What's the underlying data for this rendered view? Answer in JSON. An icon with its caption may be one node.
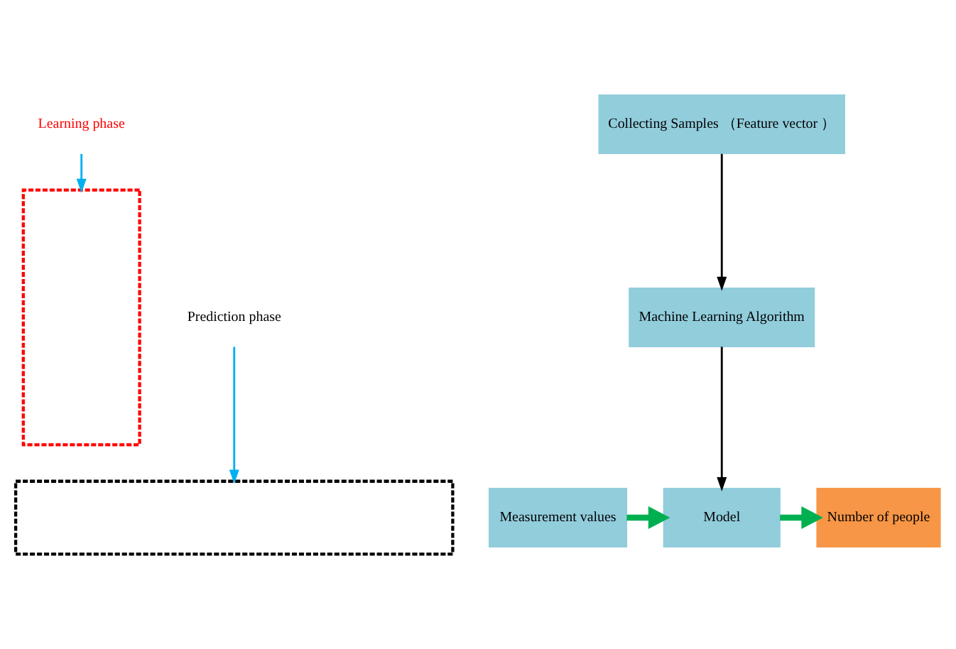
{
  "diagram": {
    "nodes": [
      {
        "text": [],
        "shape": "box"
      },
      {
        "text": [],
        "shape": "box"
      },
      {
        "text": [
          "Learning phase"
        ]
      },
      {
        "text": [
          "Prediction phase"
        ]
      },
      {
        "text": [
          "Collecting Samples （Feature vector ）"
        ]
      },
      {
        "text": [
          "Machine Learning Algorithm"
        ]
      },
      {
        "text": [
          "Measurement values"
        ]
      },
      {
        "text": [
          "Model"
        ]
      },
      {
        "text": [
          "Number of people"
        ]
      }
    ],
    "edges": [
      {
        "from": 4,
        "to": 5,
        "arrow": "to"
      },
      {
        "from": 5,
        "to": 7,
        "arrow": "to"
      },
      {
        "from": 6,
        "to": 7,
        "arrow": "to",
        "style": "thick",
        "color": "#00b050"
      },
      {
        "from": 7,
        "to": 8,
        "arrow": "to",
        "style": "thick",
        "color": "#00b050"
      },
      {
        "from": 2,
        "to": 0,
        "arrow": "to",
        "color": "#00b0f0"
      },
      {
        "from": 3,
        "to": 1,
        "arrow": "to",
        "color": "#00b0f0"
      }
    ]
  }
}
